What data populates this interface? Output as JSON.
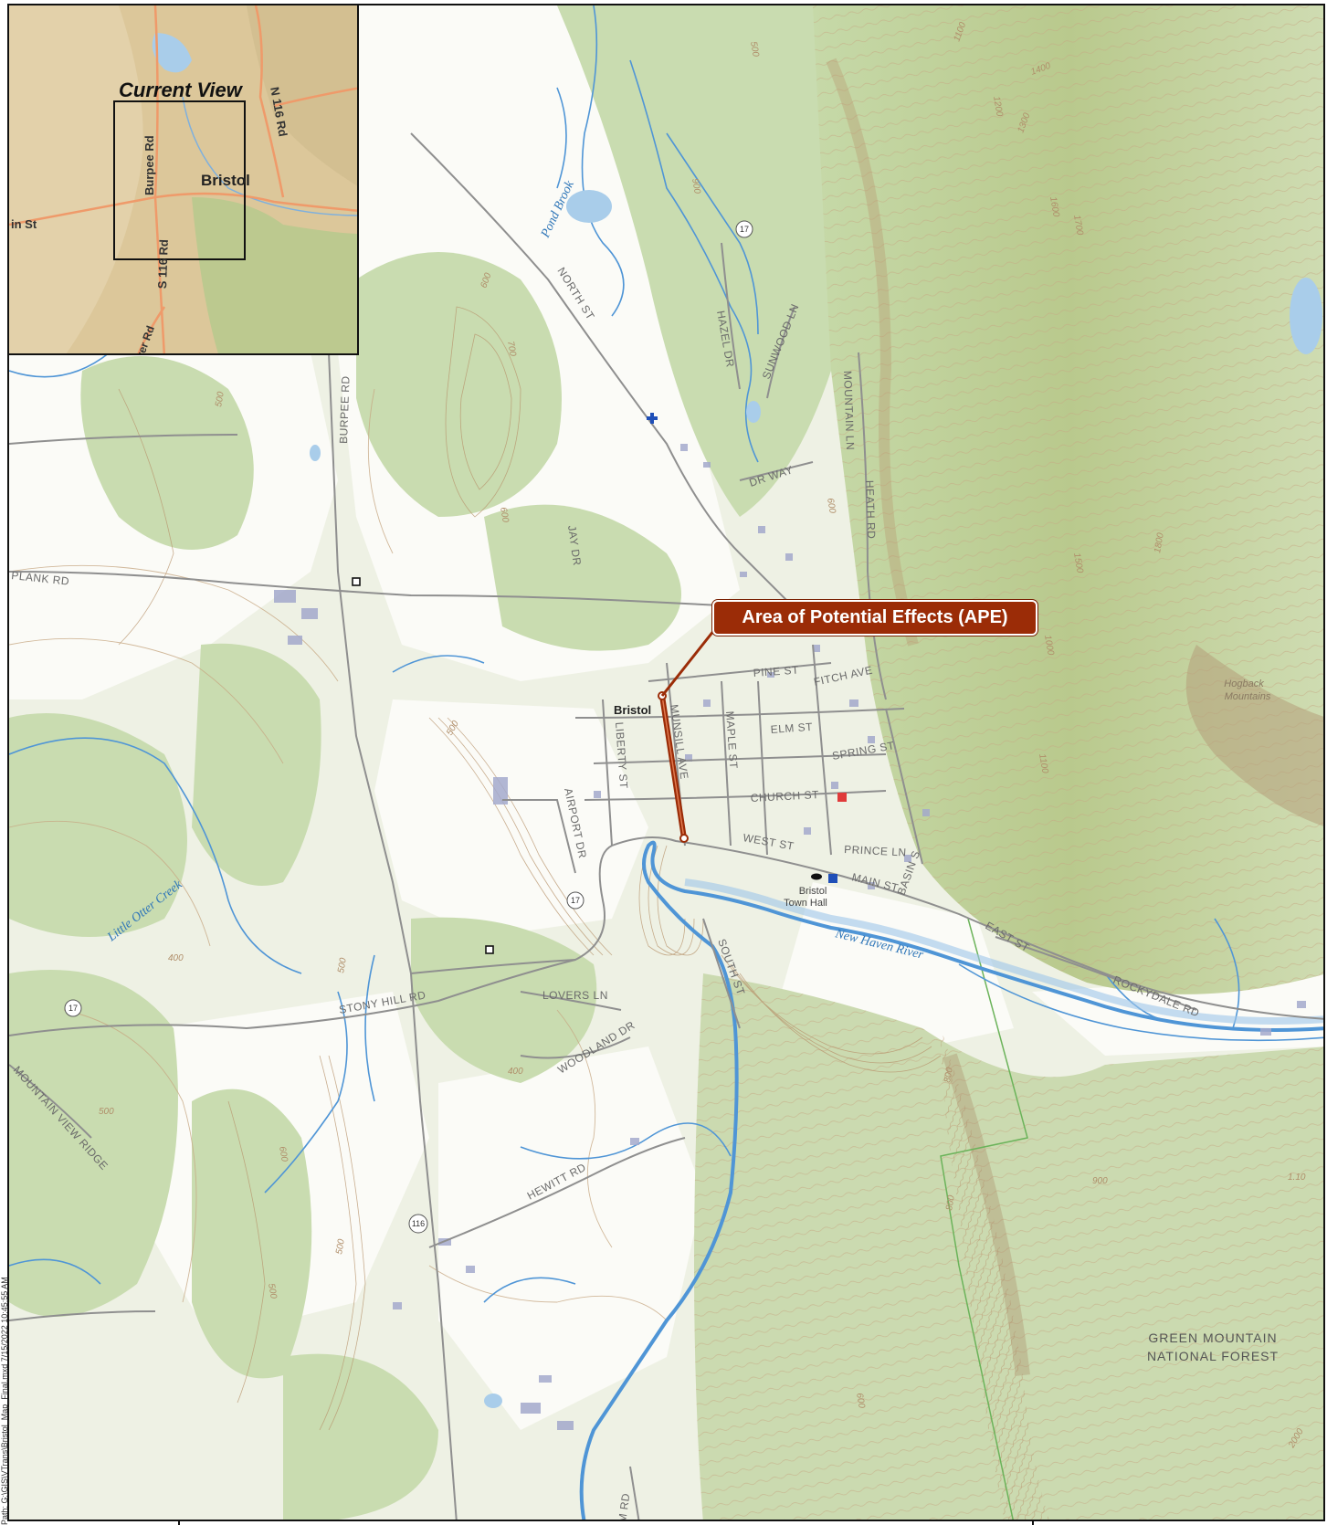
{
  "inset": {
    "title": "Current View",
    "labels": {
      "town": "Bristol",
      "road_burpee": "Burpee Rd",
      "road_n116": "N 116 Rd",
      "road_s116": "S 116 Rd",
      "road_main": "in St",
      "road_river": "ver Rd"
    },
    "colors": {
      "terrain": "#dcc79a",
      "forest": "#bcc98f",
      "road": "#ef9a6a",
      "water": "#a9cdea"
    }
  },
  "callout": {
    "label": "Area of Potential Effects (APE)",
    "color": "#9b2c07"
  },
  "map": {
    "place_labels": {
      "bristol": "Bristol",
      "town_hall_1": "Bristol",
      "town_hall_2": "Town Hall",
      "hogback_1": "Hogback",
      "hogback_2": "Mountains",
      "forest_1": "GREEN MOUNTAIN",
      "forest_2": "NATIONAL FOREST"
    },
    "water_labels": {
      "pond_brook": "Pond Brook",
      "little_otter": "Little Otter Creek",
      "new_haven": "New Haven River"
    },
    "streets": {
      "north_st": "NORTH ST",
      "hazel_dr": "HAZEL DR",
      "sunwood_ln": "SUNWOOD LN",
      "mountain_ln": "MOUNTAIN LN",
      "heath_rd": "HEATH RD",
      "dr_way": "DR WAY",
      "burpee_rd": "BURPEE RD",
      "jay_dr": "JAY DR",
      "plank_rd": "PLANK RD",
      "pine_st": "PINE ST",
      "fitch_ave": "FITCH AVE",
      "elm_st": "ELM ST",
      "spring_st": "SPRING ST",
      "church_st": "CHURCH ST",
      "west_st": "WEST ST",
      "prince_ln": "PRINCE LN",
      "main_st": "MAIN ST",
      "basin_st": "BASIN S",
      "east_st": "EAST ST",
      "rockydale_rd": "ROCKYDALE RD",
      "liberty_st": "LIBERTY ST",
      "munsill_ave": "MUNSILL AVE",
      "maple_st": "MAPLE ST",
      "airport_dr": "AIRPORT DR",
      "south_st": "SOUTH ST",
      "stony_hill_rd": "STONY HILL RD",
      "lovers_ln": "LOVERS LN",
      "woodland_dr": "WOODLAND DR",
      "hewitt_rd": "HEWITT RD",
      "mountain_view_ridge": "MOUNTAIN VIEW RIDGE",
      "bottom_rd": "M RD"
    },
    "route_shields": {
      "r17a": "17",
      "r17b": "17",
      "r17c": "17",
      "r116": "116"
    },
    "contour_labels": {
      "c500a": "500",
      "c600a": "600",
      "c700a": "700",
      "c600b": "600",
      "c500b": "500",
      "c400a": "400",
      "c500c": "500",
      "c400b": "400",
      "c500d": "500",
      "c600c": "600",
      "c500e": "500",
      "c500f": "500",
      "c800a": "800",
      "c800b": "800",
      "c900a": "900",
      "c600d": "600",
      "c900b": "900",
      "c1100a": "1100",
      "c1400": "1400",
      "c1200a": "1200",
      "c1300": "1300",
      "c1600": "1600",
      "c1700": "1700",
      "c1500": "1500",
      "c1800": "1800",
      "c1000": "1000",
      "c1100b": "1100",
      "c2000": "2000",
      "c1100c": "1.10"
    },
    "colors": {
      "background": "#eef1e4",
      "open_land": "#fbfbf7",
      "forest": "#c9dcb0",
      "contour": "#c7a883",
      "water": "#4f95d6",
      "road": "#8f8f8f",
      "forest_boundary": "#6bb35a"
    }
  },
  "side_stamp": "Path: G:\\GIS\\VTrans\\Bristol_Map_Final.mxd  7/15/2022 10:45:55 AM"
}
